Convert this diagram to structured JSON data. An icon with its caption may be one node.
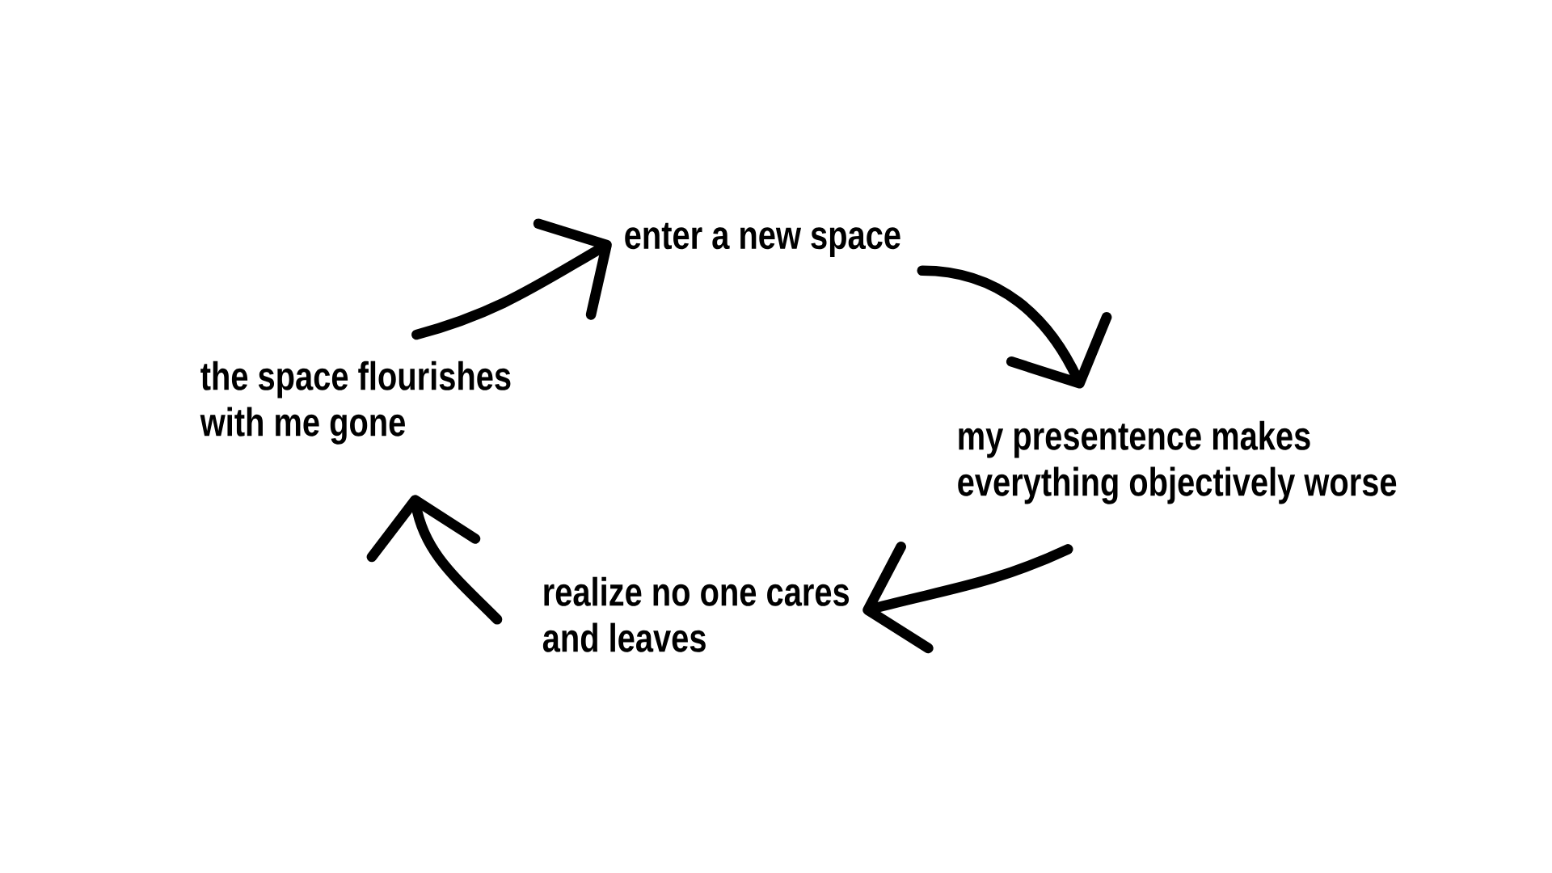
{
  "diagram": {
    "nodes": [
      {
        "text": [
          "enter a new space"
        ]
      },
      {
        "text": [
          "my presentence makes everything objectively worse"
        ]
      },
      {
        "text": [
          "realize no one cares and leaves"
        ]
      },
      {
        "text": [
          "the space flourishes with me gone"
        ]
      }
    ],
    "edges": [
      {
        "from": 0,
        "to": 1,
        "arrow": "to"
      },
      {
        "from": 1,
        "to": 2,
        "arrow": "to"
      },
      {
        "from": 2,
        "to": 3,
        "arrow": "to"
      },
      {
        "from": 3,
        "to": 0,
        "arrow": "to"
      }
    ]
  }
}
